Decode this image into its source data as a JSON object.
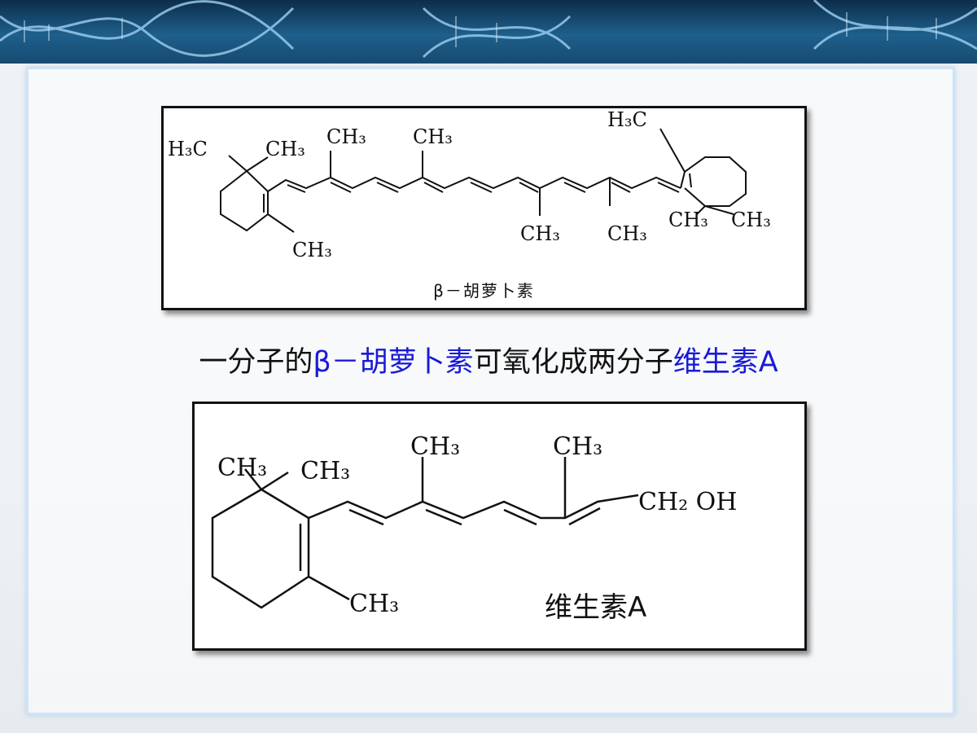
{
  "banner": {
    "image": "dna-helix-banner"
  },
  "beta_carotene": {
    "caption": "β－胡萝卜素",
    "labels": {
      "h3c_left": "H₃C",
      "ch3_ring_top": "CH₃",
      "ch3_1": "CH₃",
      "ch3_2": "CH₃",
      "ch3_ring_bottom": "CH₃",
      "ch3_3": "CH₃",
      "ch3_4": "CH₃",
      "h3c_right": "H₃C",
      "ch3_right_ring_a": "CH₃",
      "ch3_right_ring_b": "CH₃"
    }
  },
  "statement": {
    "part1": "一分子的",
    "part2": "β－胡萝卜素",
    "part3": "可氧化成两分子",
    "part4": "维生素A",
    "highlight_color": "#1a1ad6"
  },
  "vitamin_a": {
    "caption": "维生素A",
    "labels": {
      "ch3_ring_a": "CH₃",
      "ch3_ring_b": "CH₃",
      "ch3_chain_1": "CH₃",
      "ch3_chain_2": "CH₃",
      "ch2oh": "CH₂ OH",
      "ch3_ring_bottom": "CH₃"
    }
  }
}
